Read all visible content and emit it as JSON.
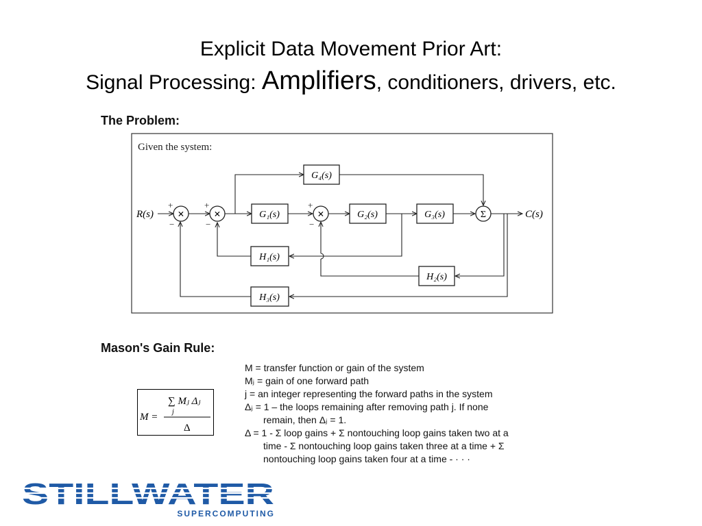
{
  "slide": {
    "title_line1": "Explicit Data Movement Prior Art:",
    "title_line2_prefix": "Signal Processing: ",
    "title_line2_emphasis": "Amplifiers",
    "title_line2_suffix": ", conditioners, drivers, etc."
  },
  "problem": {
    "heading": "The Problem:",
    "given_text": "Given the system:",
    "input_label": "R(s)",
    "output_label": "C(s)",
    "blocks": {
      "g1": "G₁(s)",
      "g2": "G₂(s)",
      "g3": "G₃(s)",
      "g4": "G₄(s)",
      "h1": "H₁(s)",
      "h2": "H₂(s)",
      "h3": "H₃(s)"
    },
    "signs": {
      "plus": "+",
      "minus": "−"
    },
    "sum_symbol": "Σ",
    "mult_symbol": "×"
  },
  "mason": {
    "heading": "Mason's Gain Rule:",
    "formula": {
      "lhs": "M =",
      "numerator": "∑ Mⱼ Δⱼ",
      "index": "j",
      "denominator": "Δ"
    },
    "legend": [
      "M = transfer function or gain of the system",
      "Mⱼ = gain of one forward path",
      "j = an integer representing the forward paths in the system",
      "Δⱼ = 1 – the loops remaining after removing path j.  If none",
      "remain, then Δⱼ = 1.",
      "Δ = 1 - Σ loop gains + Σ nontouching loop gains taken two at a",
      "time - Σ nontouching loop gains taken three at a time + Σ",
      "nontouching loop gains taken four at a time - · · ·"
    ]
  },
  "logo": {
    "wordmark": "STILLWATER",
    "tagline": "SUPERCOMPUTING",
    "color": "#1f5aa6"
  }
}
